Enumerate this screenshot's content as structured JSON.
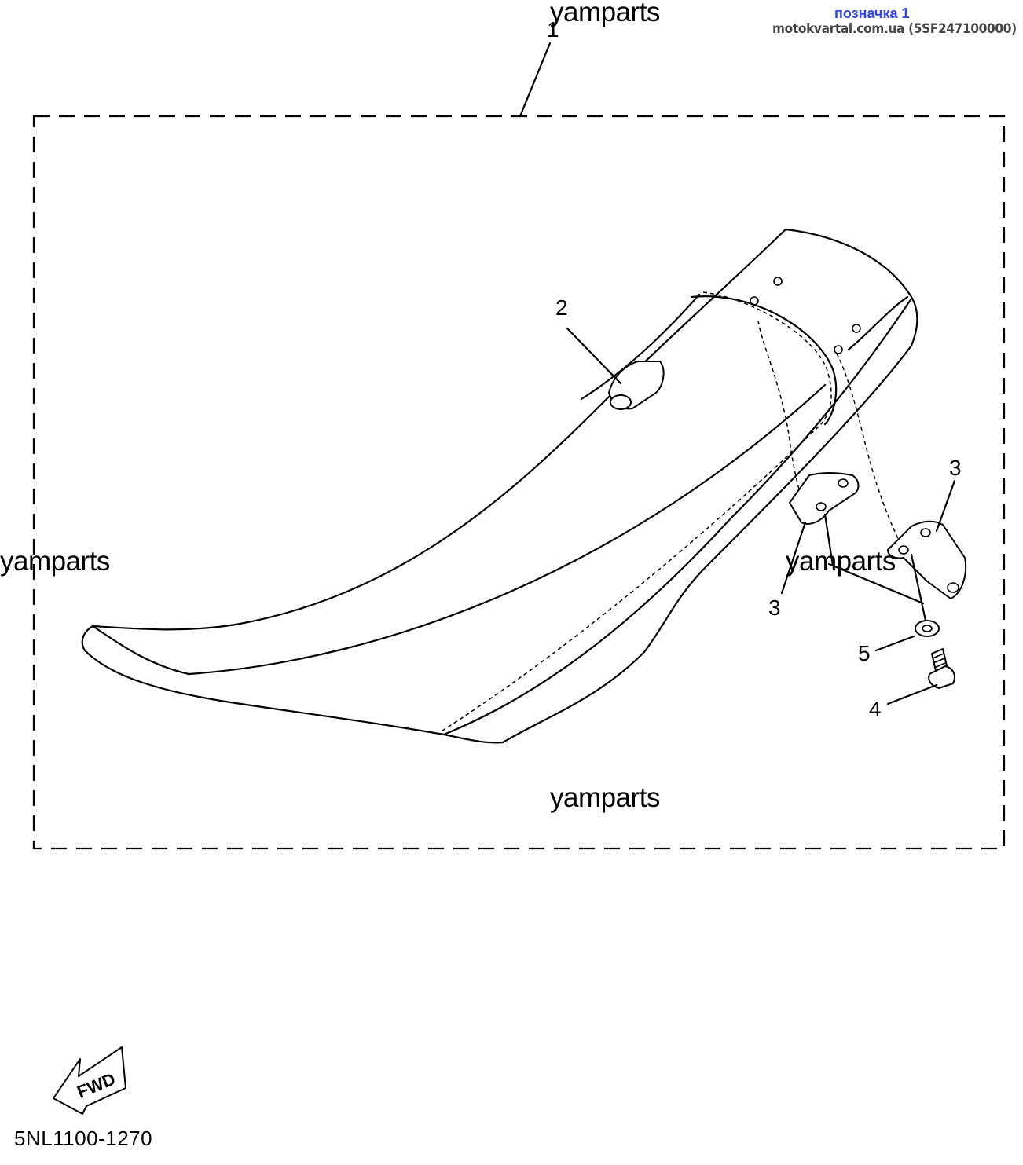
{
  "header": {
    "badge": "позначка 1",
    "source": "motokvartal.com.ua (5SF247100000)"
  },
  "watermarks": [
    "yamparts",
    "yamparts",
    "yamparts",
    "yamparts"
  ],
  "callouts": [
    "1",
    "2",
    "3",
    "3",
    "4",
    "5"
  ],
  "fwd_label": "FWD",
  "diagram_code": "5NL1100-1270"
}
